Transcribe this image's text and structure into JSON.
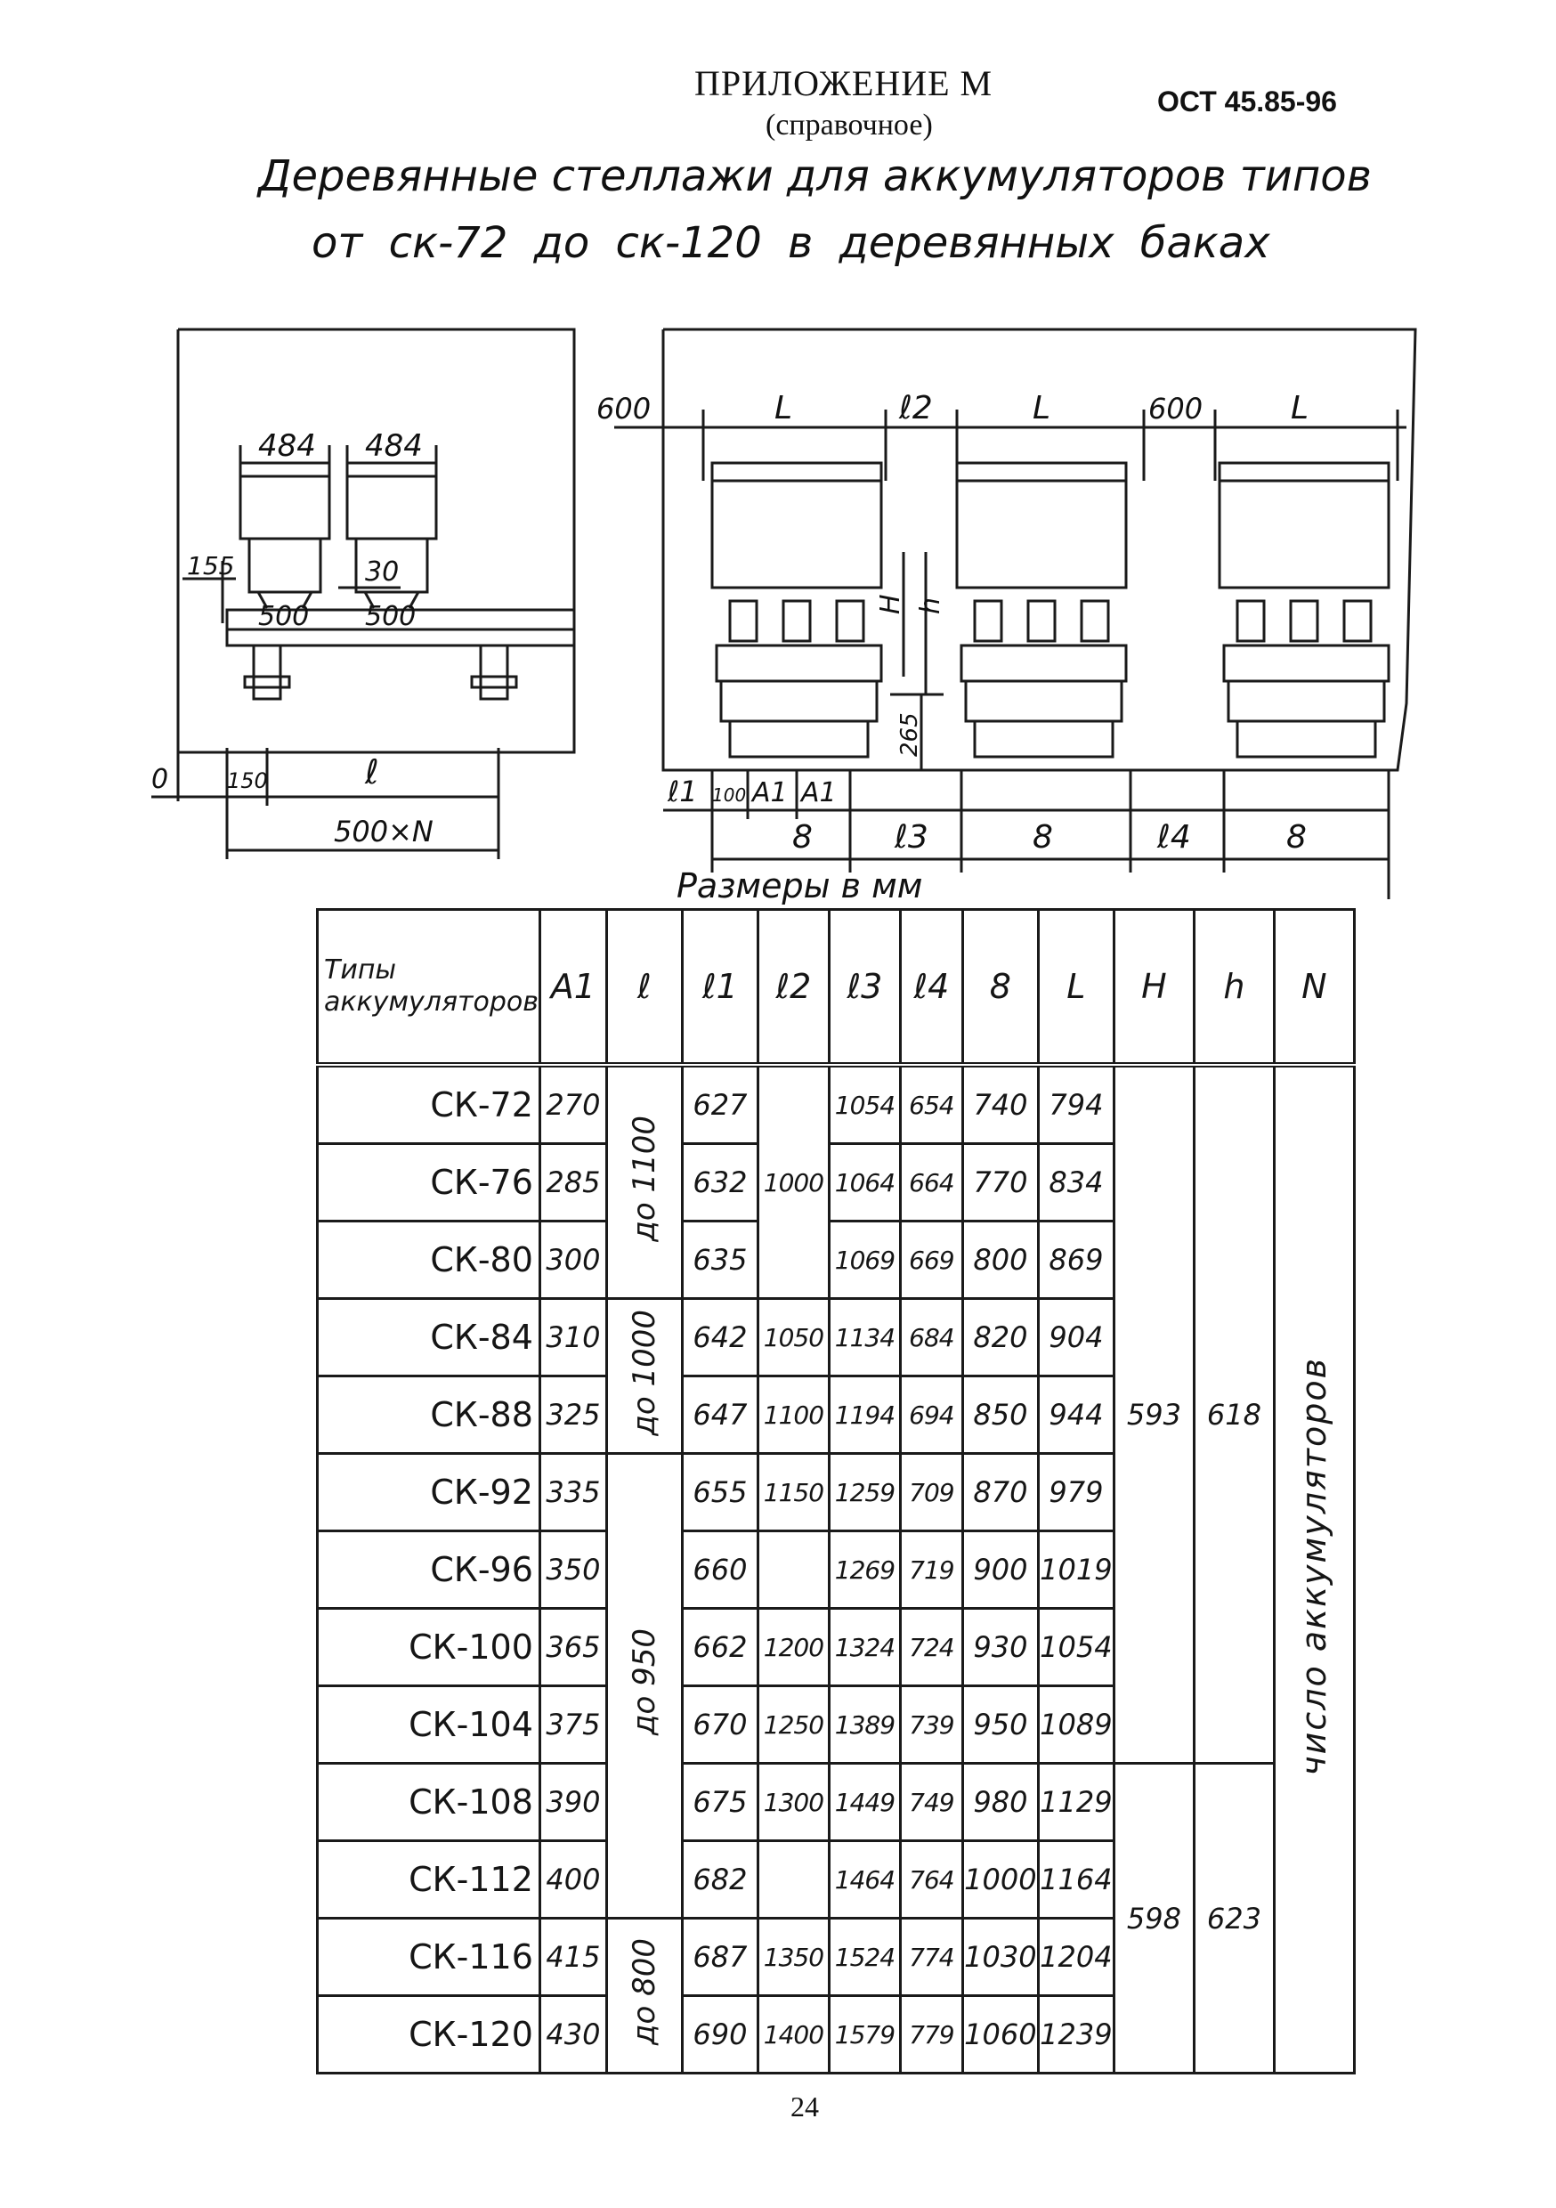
{
  "header": {
    "appendix_title": "ПРИЛОЖЕНИЕ М",
    "appendix_subtitle": "(справочное)",
    "doc_code": "ОСТ 45.85-96"
  },
  "heading": {
    "line1": "Деревянные стеллажи для аккумуляторов типов",
    "line2": "от   ск-72      до     ск-120 в деревянных баках"
  },
  "drawing": {
    "side_view": {
      "dim_484_left": "484",
      "dim_484_right": "484",
      "dim_155": "155",
      "dim_30": "30",
      "dim_500_left": "500",
      "dim_500_right": "500",
      "dim_0": "0",
      "dim_150": "150",
      "dim_l": "ℓ",
      "dim_500xN": "500×N"
    },
    "front_view": {
      "dim_600_left": "600",
      "dim_L1": "L",
      "dim_l2": "ℓ2",
      "dim_L2": "L",
      "dim_600_mid": "600",
      "dim_L3": "L",
      "dim_H": "H",
      "dim_h": "h",
      "dim_265": "265",
      "dim_l1": "ℓ1",
      "dim_100": "100",
      "dim_A1a": "A1",
      "dim_A1b": "A1",
      "dim_B1": "8",
      "dim_l3": "ℓ3",
      "dim_B2": "8",
      "dim_l4": "ℓ4",
      "dim_B3": "8"
    },
    "units_caption": "Размеры в мм"
  },
  "table": {
    "headers": {
      "type": "Типы аккумуляторов",
      "A1": "A1",
      "l": "ℓ",
      "l1": "ℓ1",
      "l2": "ℓ2",
      "l3": "ℓ3",
      "l4": "ℓ4",
      "B": "8",
      "L": "L",
      "H": "H",
      "h": "h",
      "N": "N"
    },
    "rows": [
      {
        "type": "СК-72",
        "A1": "270",
        "l1": "627",
        "l3": "1054",
        "l4": "654",
        "B": "740",
        "L": "794"
      },
      {
        "type": "СК-76",
        "A1": "285",
        "l1": "632",
        "l3": "1064",
        "l4": "664",
        "B": "770",
        "L": "834"
      },
      {
        "type": "СК-80",
        "A1": "300",
        "l1": "635",
        "l3": "1069",
        "l4": "669",
        "B": "800",
        "L": "869"
      },
      {
        "type": "СК-84",
        "A1": "310",
        "l1": "642",
        "l2": "1050",
        "l3": "1134",
        "l4": "684",
        "B": "820",
        "L": "904"
      },
      {
        "type": "СК-88",
        "A1": "325",
        "l1": "647",
        "l2": "1100",
        "l3": "1194",
        "l4": "694",
        "B": "850",
        "L": "944"
      },
      {
        "type": "СК-92",
        "A1": "335",
        "l1": "655",
        "l2": "1150",
        "l3": "1259",
        "l4": "709",
        "B": "870",
        "L": "979"
      },
      {
        "type": "СК-96",
        "A1": "350",
        "l1": "660",
        "l3": "1269",
        "l4": "719",
        "B": "900",
        "L": "1019"
      },
      {
        "type": "СК-100",
        "A1": "365",
        "l1": "662",
        "l2": "1200",
        "l3": "1324",
        "l4": "724",
        "B": "930",
        "L": "1054"
      },
      {
        "type": "СК-104",
        "A1": "375",
        "l1": "670",
        "l2": "1250",
        "l3": "1389",
        "l4": "739",
        "B": "950",
        "L": "1089"
      },
      {
        "type": "СК-108",
        "A1": "390",
        "l1": "675",
        "l2": "1300",
        "l3": "1449",
        "l4": "749",
        "B": "980",
        "L": "1129"
      },
      {
        "type": "СК-112",
        "A1": "400",
        "l1": "682",
        "l3": "1464",
        "l4": "764",
        "B": "1000",
        "L": "1164"
      },
      {
        "type": "СК-116",
        "A1": "415",
        "l1": "687",
        "l2": "1350",
        "l3": "1524",
        "l4": "774",
        "B": "1030",
        "L": "1204"
      },
      {
        "type": "СК-120",
        "A1": "430",
        "l1": "690",
        "l2": "1400",
        "l3": "1579",
        "l4": "779",
        "B": "1060",
        "L": "1239"
      }
    ],
    "merged": {
      "l_group1": "до 1100",
      "l_group2": "до 1000",
      "l_group3": "до 950",
      "l_group4": "до 800",
      "l2_group1": "1000",
      "H_group1": "593",
      "h_group1": "618",
      "H_group2": "598",
      "h_group2": "623",
      "N_text": "число аккумуляторов"
    }
  },
  "page_number": "24"
}
